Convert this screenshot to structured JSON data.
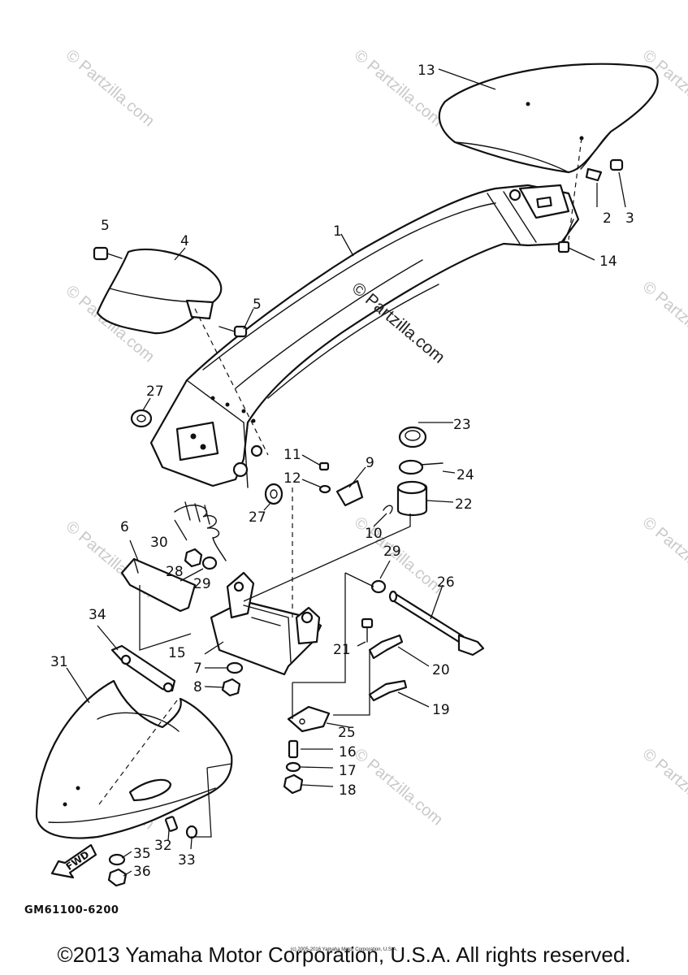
{
  "diagram": {
    "code": "GM61100-6200",
    "watermark_center": "© Partzilla.com",
    "watermark_repeat": "© Partzilla.com",
    "fwd_label": "FWD",
    "callouts": [
      {
        "id": "c1",
        "n": "1"
      },
      {
        "id": "c2",
        "n": "2"
      },
      {
        "id": "c3",
        "n": "3"
      },
      {
        "id": "c4",
        "n": "4"
      },
      {
        "id": "c5a",
        "n": "5"
      },
      {
        "id": "c5b",
        "n": "5"
      },
      {
        "id": "c6",
        "n": "6"
      },
      {
        "id": "c7",
        "n": "7"
      },
      {
        "id": "c8",
        "n": "8"
      },
      {
        "id": "c9",
        "n": "9"
      },
      {
        "id": "c10",
        "n": "10"
      },
      {
        "id": "c11",
        "n": "11"
      },
      {
        "id": "c12",
        "n": "12"
      },
      {
        "id": "c13",
        "n": "13"
      },
      {
        "id": "c14",
        "n": "14"
      },
      {
        "id": "c15",
        "n": "15"
      },
      {
        "id": "c16",
        "n": "16"
      },
      {
        "id": "c17",
        "n": "17"
      },
      {
        "id": "c18",
        "n": "18"
      },
      {
        "id": "c19",
        "n": "19"
      },
      {
        "id": "c20",
        "n": "20"
      },
      {
        "id": "c21",
        "n": "21"
      },
      {
        "id": "c22",
        "n": "22"
      },
      {
        "id": "c23",
        "n": "23"
      },
      {
        "id": "c24",
        "n": "24"
      },
      {
        "id": "c25",
        "n": "25"
      },
      {
        "id": "c26",
        "n": "26"
      },
      {
        "id": "c27a",
        "n": "27"
      },
      {
        "id": "c27b",
        "n": "27"
      },
      {
        "id": "c28",
        "n": "28"
      },
      {
        "id": "c29a",
        "n": "29"
      },
      {
        "id": "c29b",
        "n": "29"
      },
      {
        "id": "c30",
        "n": "30"
      },
      {
        "id": "c31",
        "n": "31"
      },
      {
        "id": "c32",
        "n": "32"
      },
      {
        "id": "c33",
        "n": "33"
      },
      {
        "id": "c34",
        "n": "34"
      },
      {
        "id": "c35",
        "n": "35"
      },
      {
        "id": "c36",
        "n": "36"
      }
    ]
  },
  "footer": {
    "copyright": "©2013 Yamaha Motor Corporation, U.S.A. All rights reserved.",
    "small_copyright": "(c) 2005-2016 Yamaha Motor Corporation, U.S.A."
  }
}
